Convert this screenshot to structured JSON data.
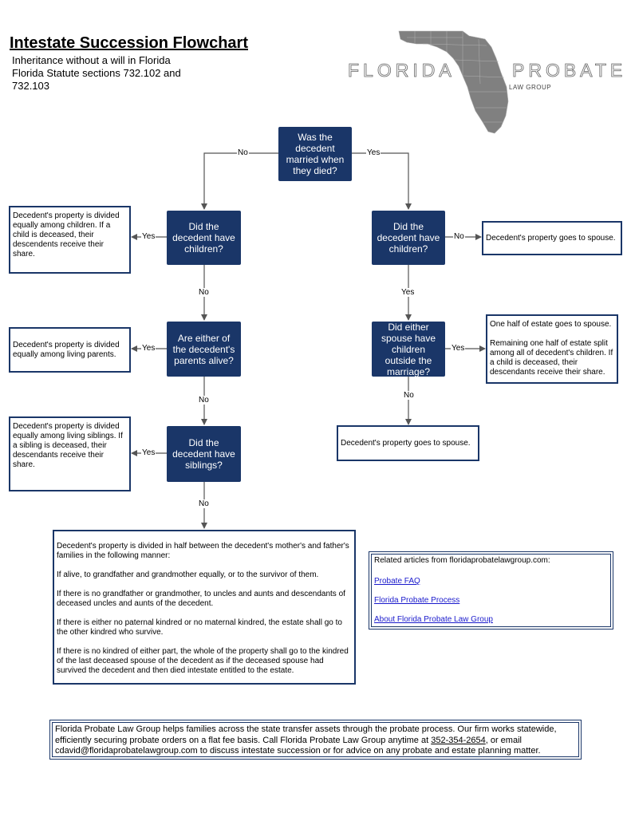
{
  "header": {
    "title": "Intestate Succession Flowchart",
    "subtitle_lines": [
      "Inheritance without a will in Florida",
      "Florida Statute sections 732.102 and",
      "732.103"
    ]
  },
  "logo": {
    "word_left": "FLORIDA",
    "word_right": "PROBATE",
    "tagline": "LAW GROUP",
    "map_color": "#808080"
  },
  "questions": {
    "married": "Was the decedent married when they died?",
    "unmarried_children": "Did the decedent have children?",
    "parents": "Are either of the decedent's parents alive?",
    "siblings": "Did the decedent have siblings?",
    "married_children": "Did the decedent have children?",
    "spouse_children": "Did either spouse have children outside the marriage?"
  },
  "labels": {
    "no": "No",
    "yes": "Yes"
  },
  "outcomes": {
    "children": "Decedent's property is divided equally among children. If a child is deceased, their descendents receive their share.",
    "parents": "Decedent's property is divided equally among living parents.",
    "siblings": "Decedent's property is divided equally among living siblings. If a sibling is deceased, their descendants receive their share.",
    "spouse_only": "Decedent's property goes to spouse.",
    "split_p1": "One half of estate goes to spouse.",
    "split_p2": "Remaining one half of estate split among all of decedent's children. If a child is deceased, their descendants receive their share.",
    "spouse_only_2": "Decedent's property goes to spouse.",
    "grandparents_p1": "Decedent's property is divided in half between the decedent's mother's and father's families in the following manner:",
    "grandparents_p2": "If alive, to grandfather and grandmother equally, or to the survivor of them.",
    "grandparents_p3": "If there is no grandfather or grandmother, to uncles and aunts and descendants of deceased uncles and aunts of the decedent.",
    "grandparents_p4": "If there is either no paternal kindred or no maternal kindred, the estate shall go to the other kindred who survive.",
    "grandparents_p5": "If there is no kindred of either part, the whole of the property shall go to the kindred of the last deceased spouse of the decedent as if the deceased spouse had survived the decedent and then died intestate entitled to the estate."
  },
  "related": {
    "heading": "Related articles from floridaprobatelawgroup.com:",
    "links": [
      "Probate FAQ",
      "Florida Probate Process",
      "About Florida Probate Law Group"
    ]
  },
  "footer": {
    "text_before_phone": "Florida Probate Law Group helps families across the state transfer assets through the probate process. Our firm works statewide, efficiently securing probate orders on a flat fee basis. Call Florida Probate Law Group anytime at ",
    "phone": "352-354-2654",
    "text_after_phone": ", or email cdavid@floridaprobatelawgroup.com to discuss intestate succession or for advice on any probate and estate planning matter."
  },
  "colors": {
    "box_fill": "#1a3668",
    "connector": "#555555"
  }
}
